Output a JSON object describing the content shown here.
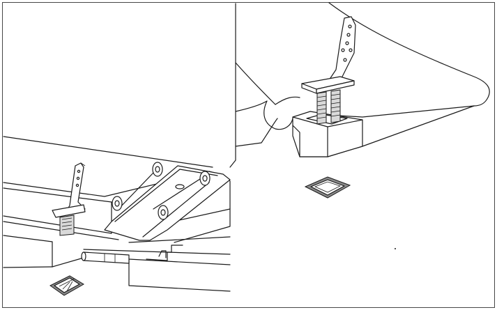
{
  "figure": {
    "panels": [
      {
        "id": "left",
        "subject": "wing-with-hinged-control-surface",
        "parts": [
          "control-horn",
          "servo-hatch-plate",
          "hinge",
          "hinge",
          "hinge",
          "hinge",
          "pushrod-linkage",
          "clevis-keeper"
        ]
      },
      {
        "id": "right",
        "subject": "tail-tip-with-control-horn",
        "parts": [
          "control-horn",
          "horn-base-mount",
          "clevis-keeper"
        ]
      }
    ],
    "colors": {
      "line": "#1a1a1a",
      "background": "#ffffff",
      "shade_light": "#d9d9d9",
      "shade_dark": "#8a8a8a"
    }
  }
}
